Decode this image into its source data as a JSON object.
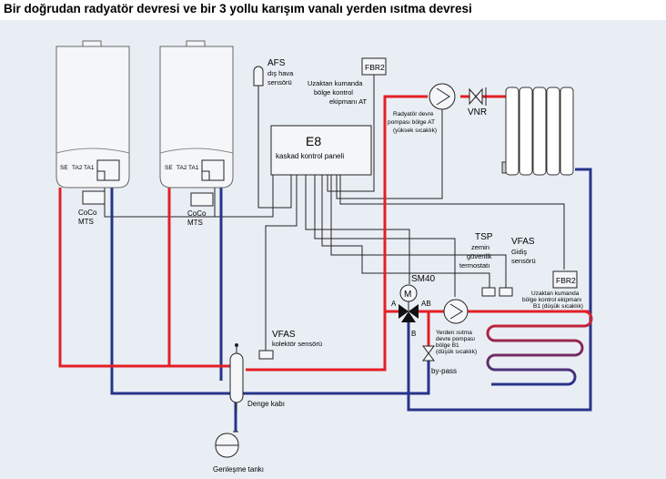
{
  "title": "Bir doğrudan radyatör devresi ve bir 3 yollu karışım vanalı yerden ısıtma devresi",
  "colors": {
    "hot": "#e41f26",
    "cold": "#27348b",
    "wire": "#222222",
    "background": "#e9eef5"
  },
  "boiler1": {
    "terminals": [
      "SE",
      "TA2",
      "TA1"
    ],
    "coco": "CoCo",
    "mts": "MTS"
  },
  "boiler2": {
    "terminals": [
      "SE",
      "TA2",
      "TA1"
    ],
    "coco": "CoCo",
    "mts": "MTS"
  },
  "afs": {
    "name": "AFS",
    "line1": "dış hava",
    "line2": "sensörü"
  },
  "fbr_top": {
    "label": "FBR2",
    "line1": "Uzaktan kumanda",
    "line2": "bölge kontrol",
    "line3": "ekipmanı AT"
  },
  "e8": {
    "name": "E8",
    "desc": "kaskad kontrol paneli"
  },
  "radiator_pump": {
    "line1": "Radyatör devre",
    "line2": "pompası bölge AT",
    "line3": "(yüksek sıcaklık)"
  },
  "vnr": "VNR",
  "tsp": {
    "name": "TSP",
    "line1": "zemin",
    "line2": "güvenlik",
    "line3": "termostatı"
  },
  "vfas_supply": {
    "name": "VFAS",
    "line1": "Gidiş",
    "line2": "sensörü"
  },
  "fbr_bottom": {
    "label": "FBR2",
    "line1": "Uzaktan kumanda",
    "line2": "bölge kontrol ekipmanı",
    "line3": "B1 (düşük sıcaklık)"
  },
  "sm40": "SM40",
  "valve": {
    "port_a": "A",
    "port_ab": "AB",
    "port_b": "B",
    "motor": "M"
  },
  "floor_pump": {
    "line1": "Yerden ısıtma",
    "line2": "devre pompası",
    "line3": "bölge B1",
    "line4": "(düşük sıcaklık)"
  },
  "vfas_collector": {
    "name": "VFAS",
    "line1": "kolektör sensörü"
  },
  "bypass": "by-pass",
  "balance_tank": "Denge kabı",
  "expansion_tank": "Genleşme tankı"
}
